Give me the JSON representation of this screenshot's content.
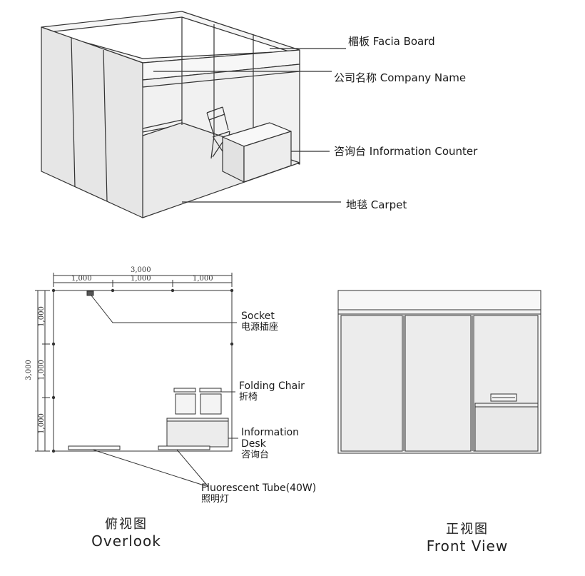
{
  "top_callouts": {
    "facia_board": "楣板 Facia Board",
    "company_name": "公司名称 Company Name",
    "information_counter": "咨询台 Information Counter",
    "carpet": "地毯 Carpet"
  },
  "overlook": {
    "total_width": "3,000",
    "segment_1": "1,000",
    "segment_2": "1,000",
    "segment_3": "1,000",
    "total_depth": "3,000",
    "depth_1": "1,000",
    "depth_2": "1,000",
    "depth_3": "1,000",
    "socket_en": "Socket",
    "socket_cn": "电源插座",
    "chair_en": "Folding Chair",
    "chair_cn": "折椅",
    "desk_en_1": "Information",
    "desk_en_2": "Desk",
    "desk_cn": "咨询台",
    "tube_en": "Fluorescent Tube(40W)",
    "tube_cn": "照明灯",
    "caption_cn": "俯视图",
    "caption_en": "Overlook"
  },
  "front_view": {
    "caption_cn": "正视图",
    "caption_en": "Front View"
  },
  "colors": {
    "line": "#333333",
    "panel": "#ececec",
    "panel_light": "#f3f3f3"
  }
}
